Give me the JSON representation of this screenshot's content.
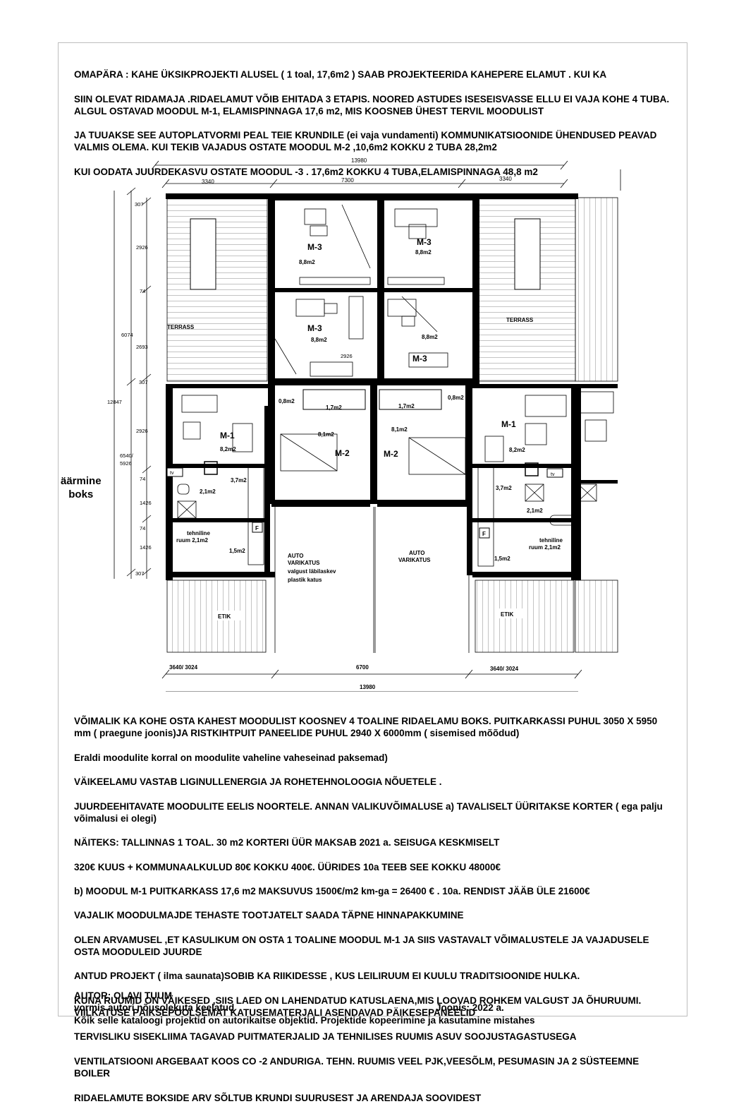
{
  "top_text": [
    "OMAPÄRA : KAHE ÜKSIKPROJEKTI ALUSEL ( 1 toal, 17,6m2  ) SAAB PROJEKTEERIDA KAHEPERE ELAMUT . KUI KA",
    "SIIN OLEVAT RIDAMAJA .RIDAELAMUT VÕIB EHITADA 3 ETAPIS. NOORED ASTUDES ISESEISVASSE ELLU EI VAJA KOHE 4 TUBA. ALGUL OSTAVAD MOODUL M-1, ELAMISPINNAGA 17,6 m2, MIS KOOSNEB ÜHEST TERVIL MOODULIST",
    "JA TUUAKSE SEE AUTOPLATVORMI PEAL TEIE KRUNDILE (ei vaja vundamenti) KOMMUNIKATSIOONIDE ÜHENDUSED PEAVAD VALMIS OLEMA. KUI TEKIB VAJADUS OSTATE MOODUL M-2 ,10,6m2 KOKKU 2 TUBA 28,2m2",
    "KUI OODATA JUURDEKASVU OSTATE MOODUL -3 . 17,6m2 KOKKU 4 TUBA,ELAMISPINNAGA 48,8 m2"
  ],
  "plan": {
    "dims": {
      "total_top": "13980",
      "left_top": "3340",
      "mid_top": "7300",
      "right_top": "3340",
      "small_top": "3340",
      "total_bottom": "13980",
      "left_bottom": "3640/ 3024",
      "mid_bottom": "6700",
      "right_bottom": "3640/ 3024",
      "v_307a": "307",
      "v_2926a": "2926",
      "v_74a": "74",
      "v_2693": "2693",
      "v_307b": "307",
      "v_2926b": "2926",
      "v_74b": "74",
      "v_1426a": "1426",
      "v_74c": "74",
      "v_1426b": "1426",
      "v_307c": "307",
      "v_6074": "6074",
      "v_12847": "12847",
      "v_6540": "6540/",
      "v_5926": "5926",
      "inner_2926": "2926",
      "inner_74": "74"
    },
    "labels": {
      "m3_a": "M-3",
      "m3_a_area": "8,8m2",
      "m3_b": "M-3",
      "m3_b_area": "8,8m2",
      "m3_c": "M-3",
      "m3_c_area": "8,8m2",
      "m3_d": "M-3",
      "m3_d_area": "8,8m2",
      "terrass_l": "TERRASS",
      "terrass_r": "TERRASS",
      "m1_l": "M-1",
      "m1_l_area": "8,2m2",
      "m1_r": "M-1",
      "m1_r_area": "8,2m2",
      "m2_l": "M-2",
      "m2_l_area": "8,1m2",
      "m2_r": "M-2",
      "m2_r_area": "8,1m2",
      "a08_l": "0,8m2",
      "a08_r": "0,8m2",
      "a17_l": "1,7m2",
      "a17_r": "1,7m2",
      "a37_l": "3,7m2",
      "a37_r": "3,7m2",
      "a21_l": "2,1m2",
      "a21_r": "2,1m2",
      "a15_l": "1,5m2",
      "a15_r": "1,5m2",
      "tv_l": "tv",
      "tv_r": "tv",
      "f_l": "F",
      "f_r": "F",
      "tech_l_1": "tehniline",
      "tech_l_2": "ruum 2,1m2",
      "tech_r_1": "tehniline",
      "tech_r_2": "ruum 2,1m2",
      "auto_l_1": "AUTO",
      "auto_l_2": "VARIKATUS",
      "auto_l_3": "valgust  läbilaskev",
      "auto_l_4": "plastik katus",
      "auto_r_1": "AUTO",
      "auto_r_2": "VARIKATUS",
      "etik_l": "ETIK",
      "etik_r": "ETIK"
    },
    "outer_box_1": "äärmine",
    "outer_box_2": "boks"
  },
  "bottom_text": [
    " VÕIMALIK KA KOHE OSTA KAHEST  MOODULIST KOOSNEV  4 TOALINE RIDAELAMU BOKS. PUITKARKASSI PUHUL 3050 X 5950 mm (   praegune joonis)JA RISTKIHTPUIT PANEELIDE PUHUL 2940 X 6000mm ( sisemised mõõdud)",
    "Eraldi moodulite korral on moodulite vaheline vaheseinad paksemad)",
    "VÄIKEELAMU VASTAB LIGINULLENERGIA JA ROHETEHNOLOOGIA NÕUETELE .",
    "JUURDEEHITAVATE MOODULITE EELIS NOORTELE. ANNAN VALIKUVÕIMALUSE a)  TAVALISELT ÜÜRITAKSE KORTER ( ega palju võimalusi ei olegi)",
    "NÄITEKS: TALLINNAS 1 TOAL. 30 m2 KORTERI ÜÜR MAKSAB  2021 a. SEISUGA KESKMISELT",
    "320€ KUUS + KOMMUNAALKULUD 80€ KOKKU 400€. ÜÜRIDES 10a TEEB SEE KOKKU 48000€",
    " b) MOODUL M-1 PUITKARKASS 17,6 m2 MAKSUVUS 1500€/m2 km-ga = 26400 € . 10a.  RENDIST  JÄÄB ÜLE 21600€",
    "VAJALIK MOODULMAJDE TEHASTE TOOTJATELT SAADA TÄPNE HINNAPAKKUMINE",
    "OLEN ARVAMUSEL ,ET KASULIKUM ON OSTA 1 TOALINE MOODUL M-1 JA SIIS VASTAVALT VÕIMALUSTELE  JA VAJADUSELE OSTA MOODULEID  JUURDE",
    "ANTUD PROJEKT ( ilma saunata)SOBIB KA RIIKIDESSE , KUS LEILIRUUM EI KUULU TRADITSIOONIDE HULKA.",
    "KUNA RUUMID ON VÄIKESED ,SIIS LAED ON LAHENDATUD KATUSLAENA,MIS LOOVAD  ROHKEM VALGUST JA ÕHURUUMI. VIILKATUSE PÄIKSEPOOLSEMAT KATUSEMATERJALI ASENDAVAD PÄIKESEPANEELID",
    "TERVISLIKU SISEKLIIMA TAGAVAD PUITMATERJALID JA TEHNILISES RUUMIS ASUV SOOJUSTAGASTUSEGA",
    "VENTILATSIOONI ARGEBAAT KOOS CO -2 ANDURIGA. TEHN. RUUMIS VEEL PJK,VEESÕLM, PESUMASIN JA 2 SÜSTEEMNE BOILER",
    "RIDAELAMUTE BOKSIDE ARV SÕLTUB KRUNDI SUURUSEST JA ARENDAJA SOOVIDEST"
  ],
  "author": {
    "title": "AUTOR: OLAVI TUUM",
    "line1": "Kõik selle kataloogi projektid on autorikaitse objektid. Projektide kopeerimine ja kasutamine mistahes",
    "line2": "vormis autori nõusolekuta keelatud",
    "joonis": "Joonis:   2022 a."
  }
}
